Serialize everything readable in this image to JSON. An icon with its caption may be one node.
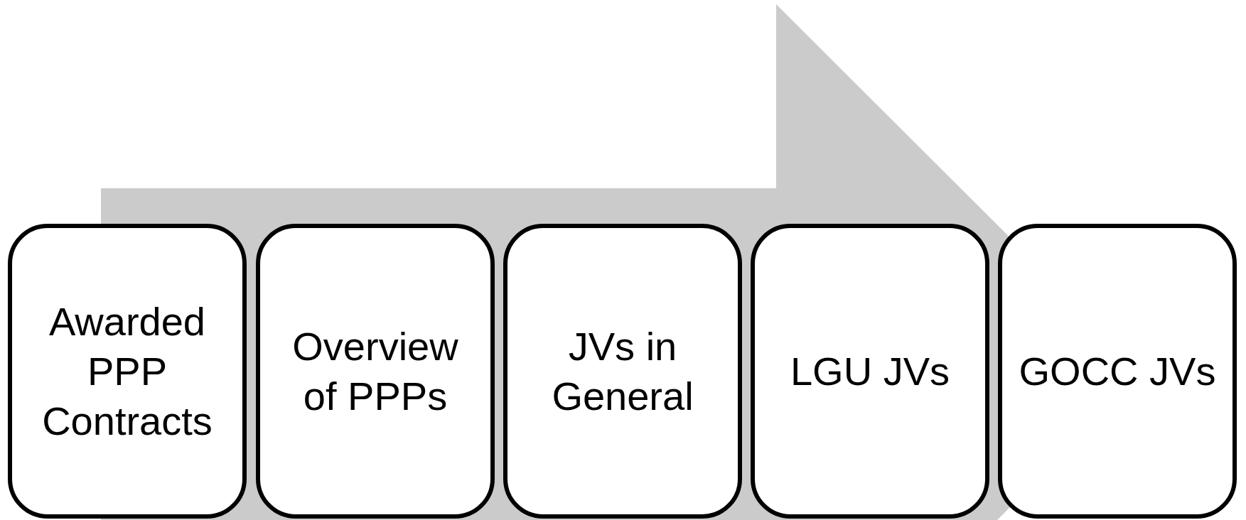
{
  "diagram": {
    "nodes": [
      {
        "text": [
          "Awarded PPP Contracts"
        ]
      },
      {
        "text": [
          "Overview of PPPs"
        ]
      },
      {
        "text": [
          "JVs in General"
        ]
      },
      {
        "text": [
          "LGU JVs"
        ]
      },
      {
        "text": [
          "GOCC JVs"
        ]
      }
    ],
    "edges": [
      {
        "from": 0,
        "to": 4,
        "arrow": "to"
      }
    ]
  }
}
